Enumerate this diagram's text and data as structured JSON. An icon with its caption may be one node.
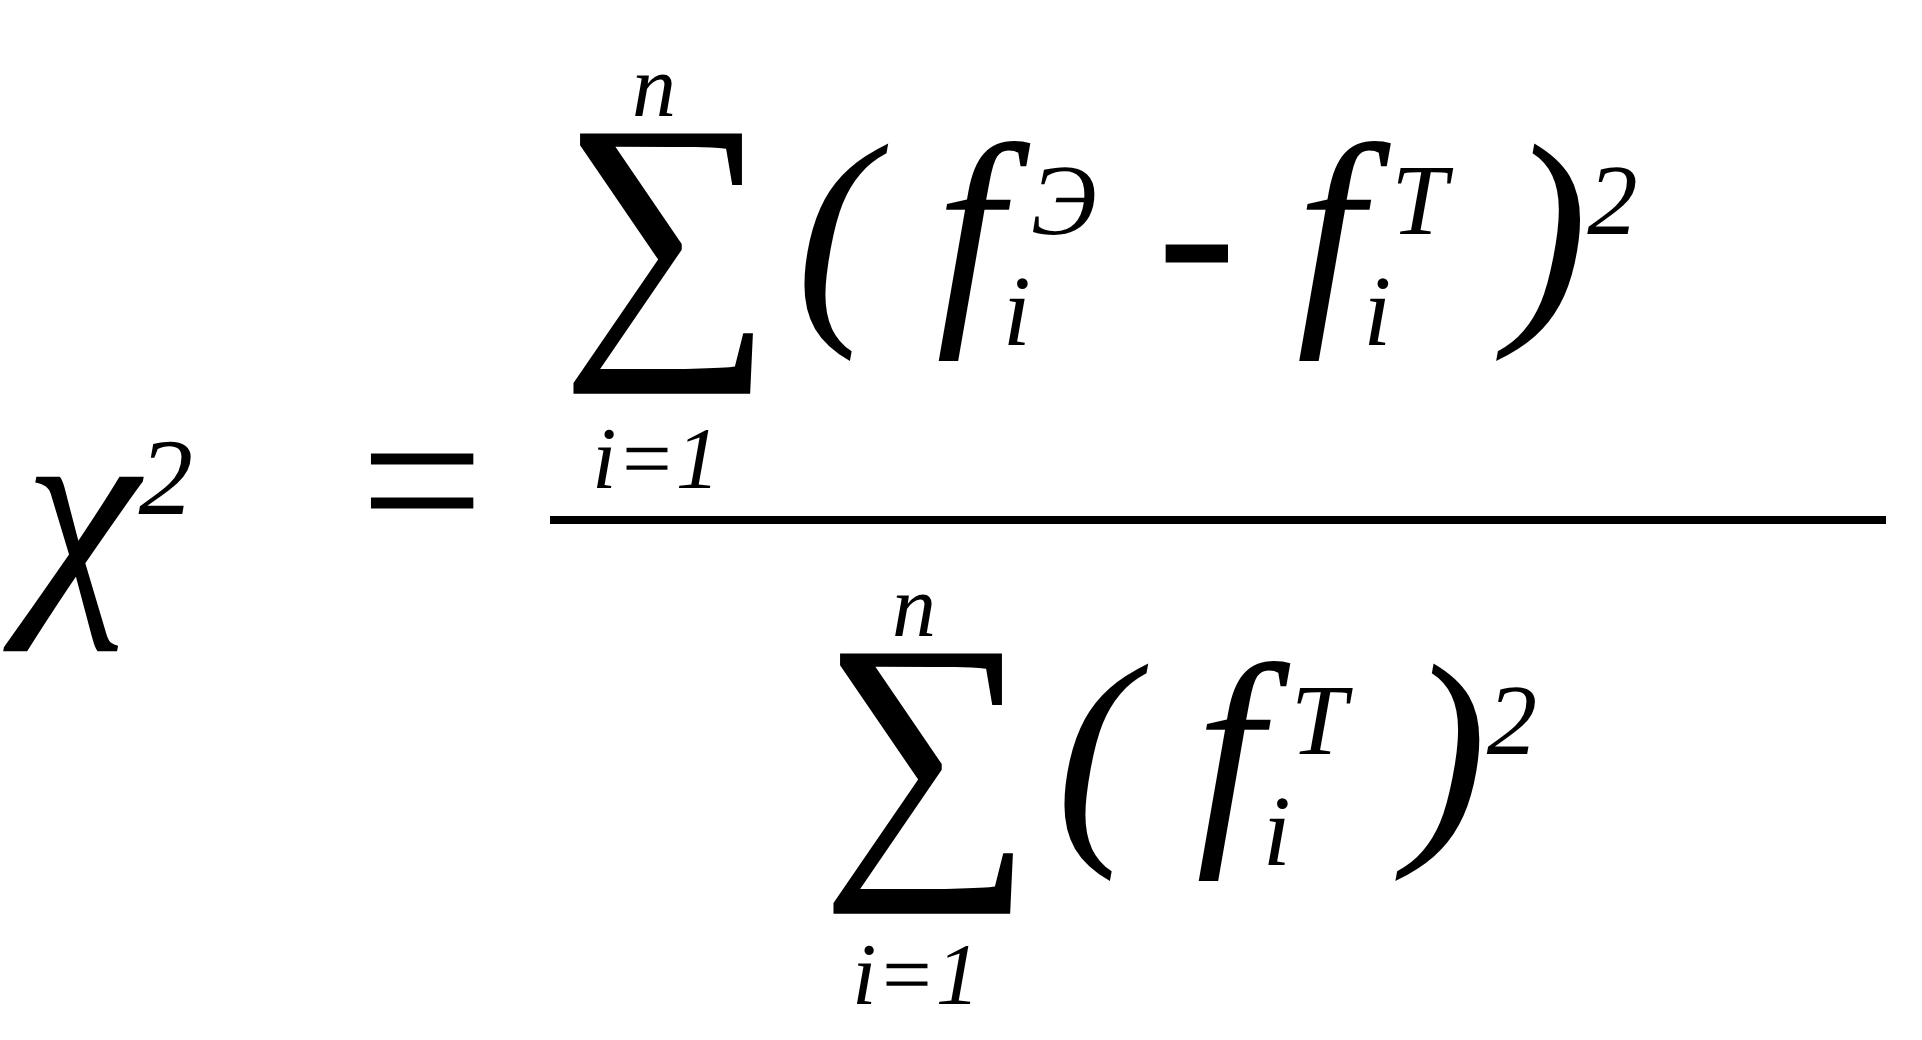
{
  "diagram": {
    "labels": [
      "χ$^{2}$",
      "=",
      "n",
      "∑",
      "i=1",
      "( f$_{i}$$^{Э}$ - f$_{i}$$^{T}$ )$^{2}$",
      "n",
      "∑",
      "i=1",
      "( f$_{i}$$^{T}$ )$^{2}$"
    ]
  }
}
